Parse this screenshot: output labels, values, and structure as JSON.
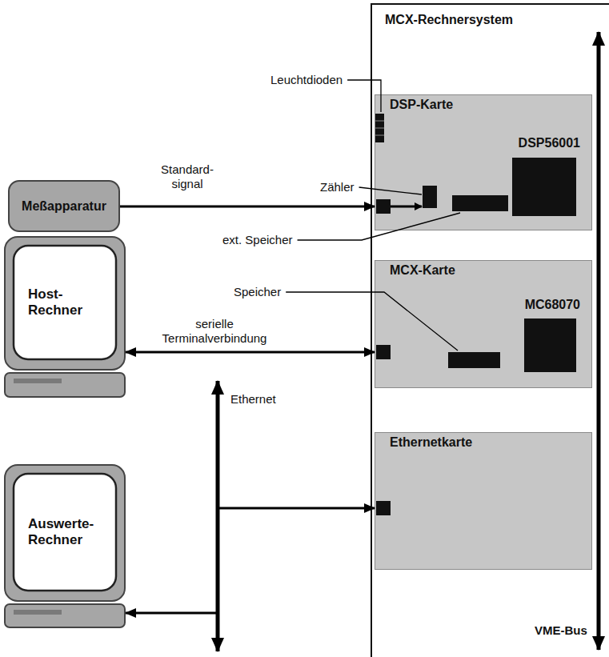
{
  "diagram": {
    "nodes": [
      {
        "text": [
          "MCX-Rechnersystem"
        ]
      },
      {
        "text": [
          "DSP-Karte"
        ],
        "in": 0
      },
      {
        "text": [
          "DSP56001"
        ],
        "in": 1
      },
      {
        "text": [
          "MCX-Karte"
        ],
        "in": 0
      },
      {
        "text": [
          "MC68070"
        ],
        "in": 3
      },
      {
        "text": [
          "Ethernetkarte"
        ],
        "in": 0
      },
      {
        "text": [
          "Meßapparatur"
        ]
      },
      {
        "text": [
          "Host- Rechner"
        ]
      },
      {
        "text": [
          "Auswerte- Rechner"
        ]
      }
    ],
    "edges": [
      {
        "from": 6,
        "to": 1,
        "label": "Standard- signal",
        "arrow": "to"
      },
      {
        "from": 7,
        "to": 3,
        "label": "serielle Terminalverbindung",
        "arrow": "both"
      },
      {
        "from": 8,
        "to": 5,
        "arrow": "both"
      }
    ],
    "labels": [
      "Leuchtdioden",
      "Zähler",
      "ext. Speicher",
      "Speicher",
      "Ethernet",
      "VME-Bus"
    ]
  }
}
